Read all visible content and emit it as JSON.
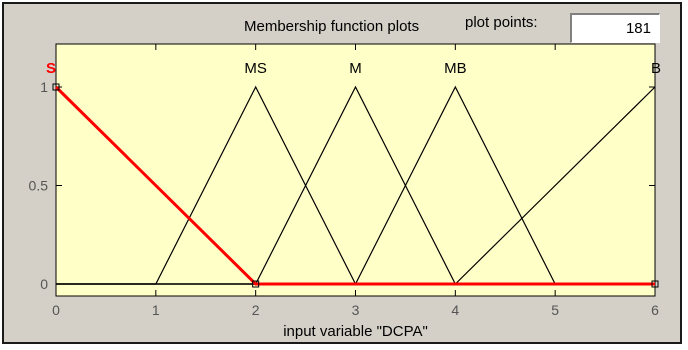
{
  "panel": {
    "title": "Membership function plots",
    "plot_points_label": "plot points:",
    "plot_points_value": "181"
  },
  "colors": {
    "panel_bg": "#d4d0c8",
    "plot_bg": "#ffffc8",
    "selected_mf": "#ff0000",
    "mf_line": "#000000"
  },
  "chart_data": {
    "type": "line",
    "xlabel": "input variable \"DCPA\"",
    "xlim": [
      0,
      6
    ],
    "ylim": [
      0,
      1
    ],
    "x_ticks": [
      0,
      1,
      2,
      3,
      4,
      5,
      6
    ],
    "y_ticks": [
      0,
      0.5,
      1
    ],
    "x_tick_labels": [
      "0",
      "1",
      "2",
      "3",
      "4",
      "5",
      "6"
    ],
    "y_tick_labels": [
      "0",
      "0.5",
      "1"
    ],
    "selected": "S",
    "series": [
      {
        "name": "S",
        "x": [
          0,
          2,
          6
        ],
        "y": [
          1,
          0,
          0
        ]
      },
      {
        "name": "MS",
        "x": [
          1,
          2,
          3
        ],
        "y": [
          0,
          1,
          0
        ]
      },
      {
        "name": "M",
        "x": [
          2,
          3,
          4
        ],
        "y": [
          0,
          1,
          0
        ]
      },
      {
        "name": "MB",
        "x": [
          3,
          4,
          5
        ],
        "y": [
          0,
          1,
          0
        ]
      },
      {
        "name": "B",
        "x": [
          4,
          6
        ],
        "y": [
          0,
          1
        ]
      }
    ]
  }
}
